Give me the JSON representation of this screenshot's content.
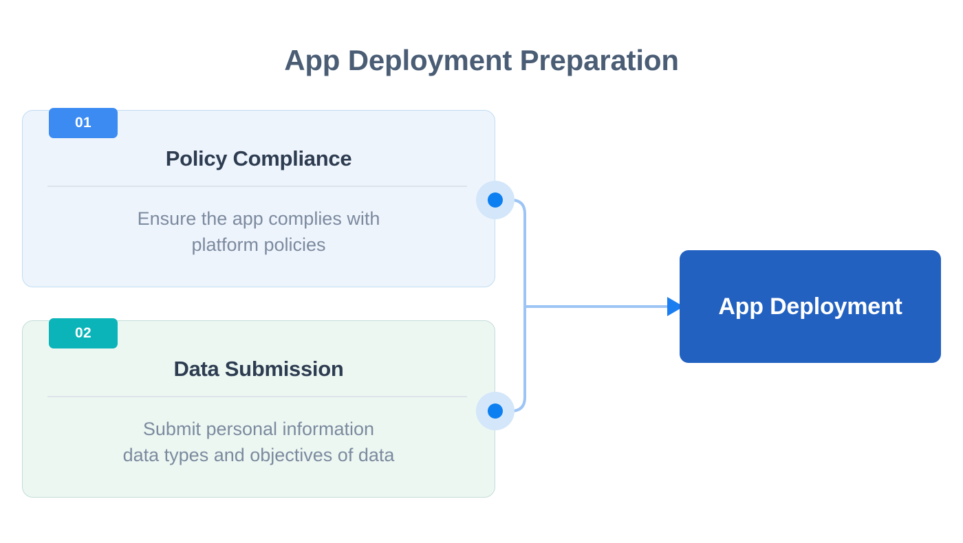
{
  "page": {
    "title": "App Deployment Preparation",
    "background": "#ffffff"
  },
  "colors": {
    "title_text": "#4a5d75",
    "card_title_text": "#2d3c50",
    "card_body_text": "#7b8a9e",
    "badge_blue": "#3b8bf2",
    "badge_teal": "#0bb4b8",
    "card1_fill": "#eef4fc",
    "card1_border": "#bfdcf2",
    "card2_fill": "#ecf7f2",
    "card2_border": "#c3dcd8",
    "deployment_fill": "#2361c0",
    "deployment_text": "#ffffff",
    "connector_line": "#9cc4f5",
    "connector_node": "#0d7ff0",
    "connector_halo": "#d3e6fa",
    "divider": "#dde3ea"
  },
  "steps": [
    {
      "number": "01",
      "title": "Policy Compliance",
      "body": "Ensure the app complies with\nplatform policies"
    },
    {
      "number": "02",
      "title": "Data Submission",
      "body": "Submit personal information\ndata types and objectives of data"
    }
  ],
  "destination": {
    "label": "App Deployment"
  }
}
